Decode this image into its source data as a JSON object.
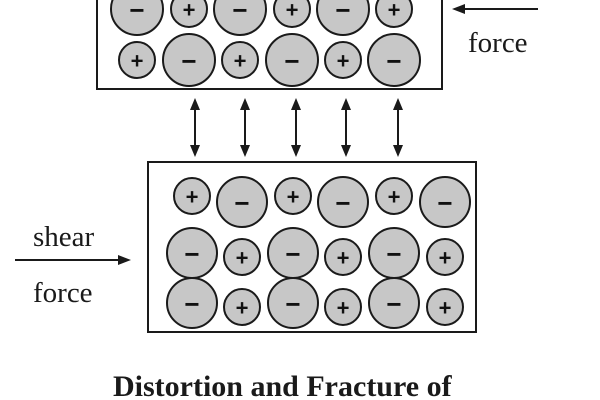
{
  "labels": {
    "force_top": "force",
    "shear": "shear",
    "force_bottom": "force"
  },
  "caption": "Distortion and Fracture of",
  "ion_signs": {
    "positive": "+",
    "negative": "−"
  },
  "top_block": {
    "rows": [
      [
        "-",
        "+",
        "-",
        "+",
        "-",
        "+"
      ],
      [
        "+",
        "-",
        "+",
        "-",
        "+",
        "-"
      ]
    ]
  },
  "bottom_block": {
    "rows": [
      [
        "+",
        "-",
        "+",
        "-",
        "+",
        "-"
      ],
      [
        "-",
        "+",
        "-",
        "+",
        "-",
        "+"
      ],
      [
        "-",
        "+",
        "-",
        "+",
        "-",
        "+"
      ]
    ]
  },
  "colors": {
    "ion_fill": "#c7c7c7",
    "stroke": "#1a1a1a",
    "block_fill": "#ffffff"
  }
}
